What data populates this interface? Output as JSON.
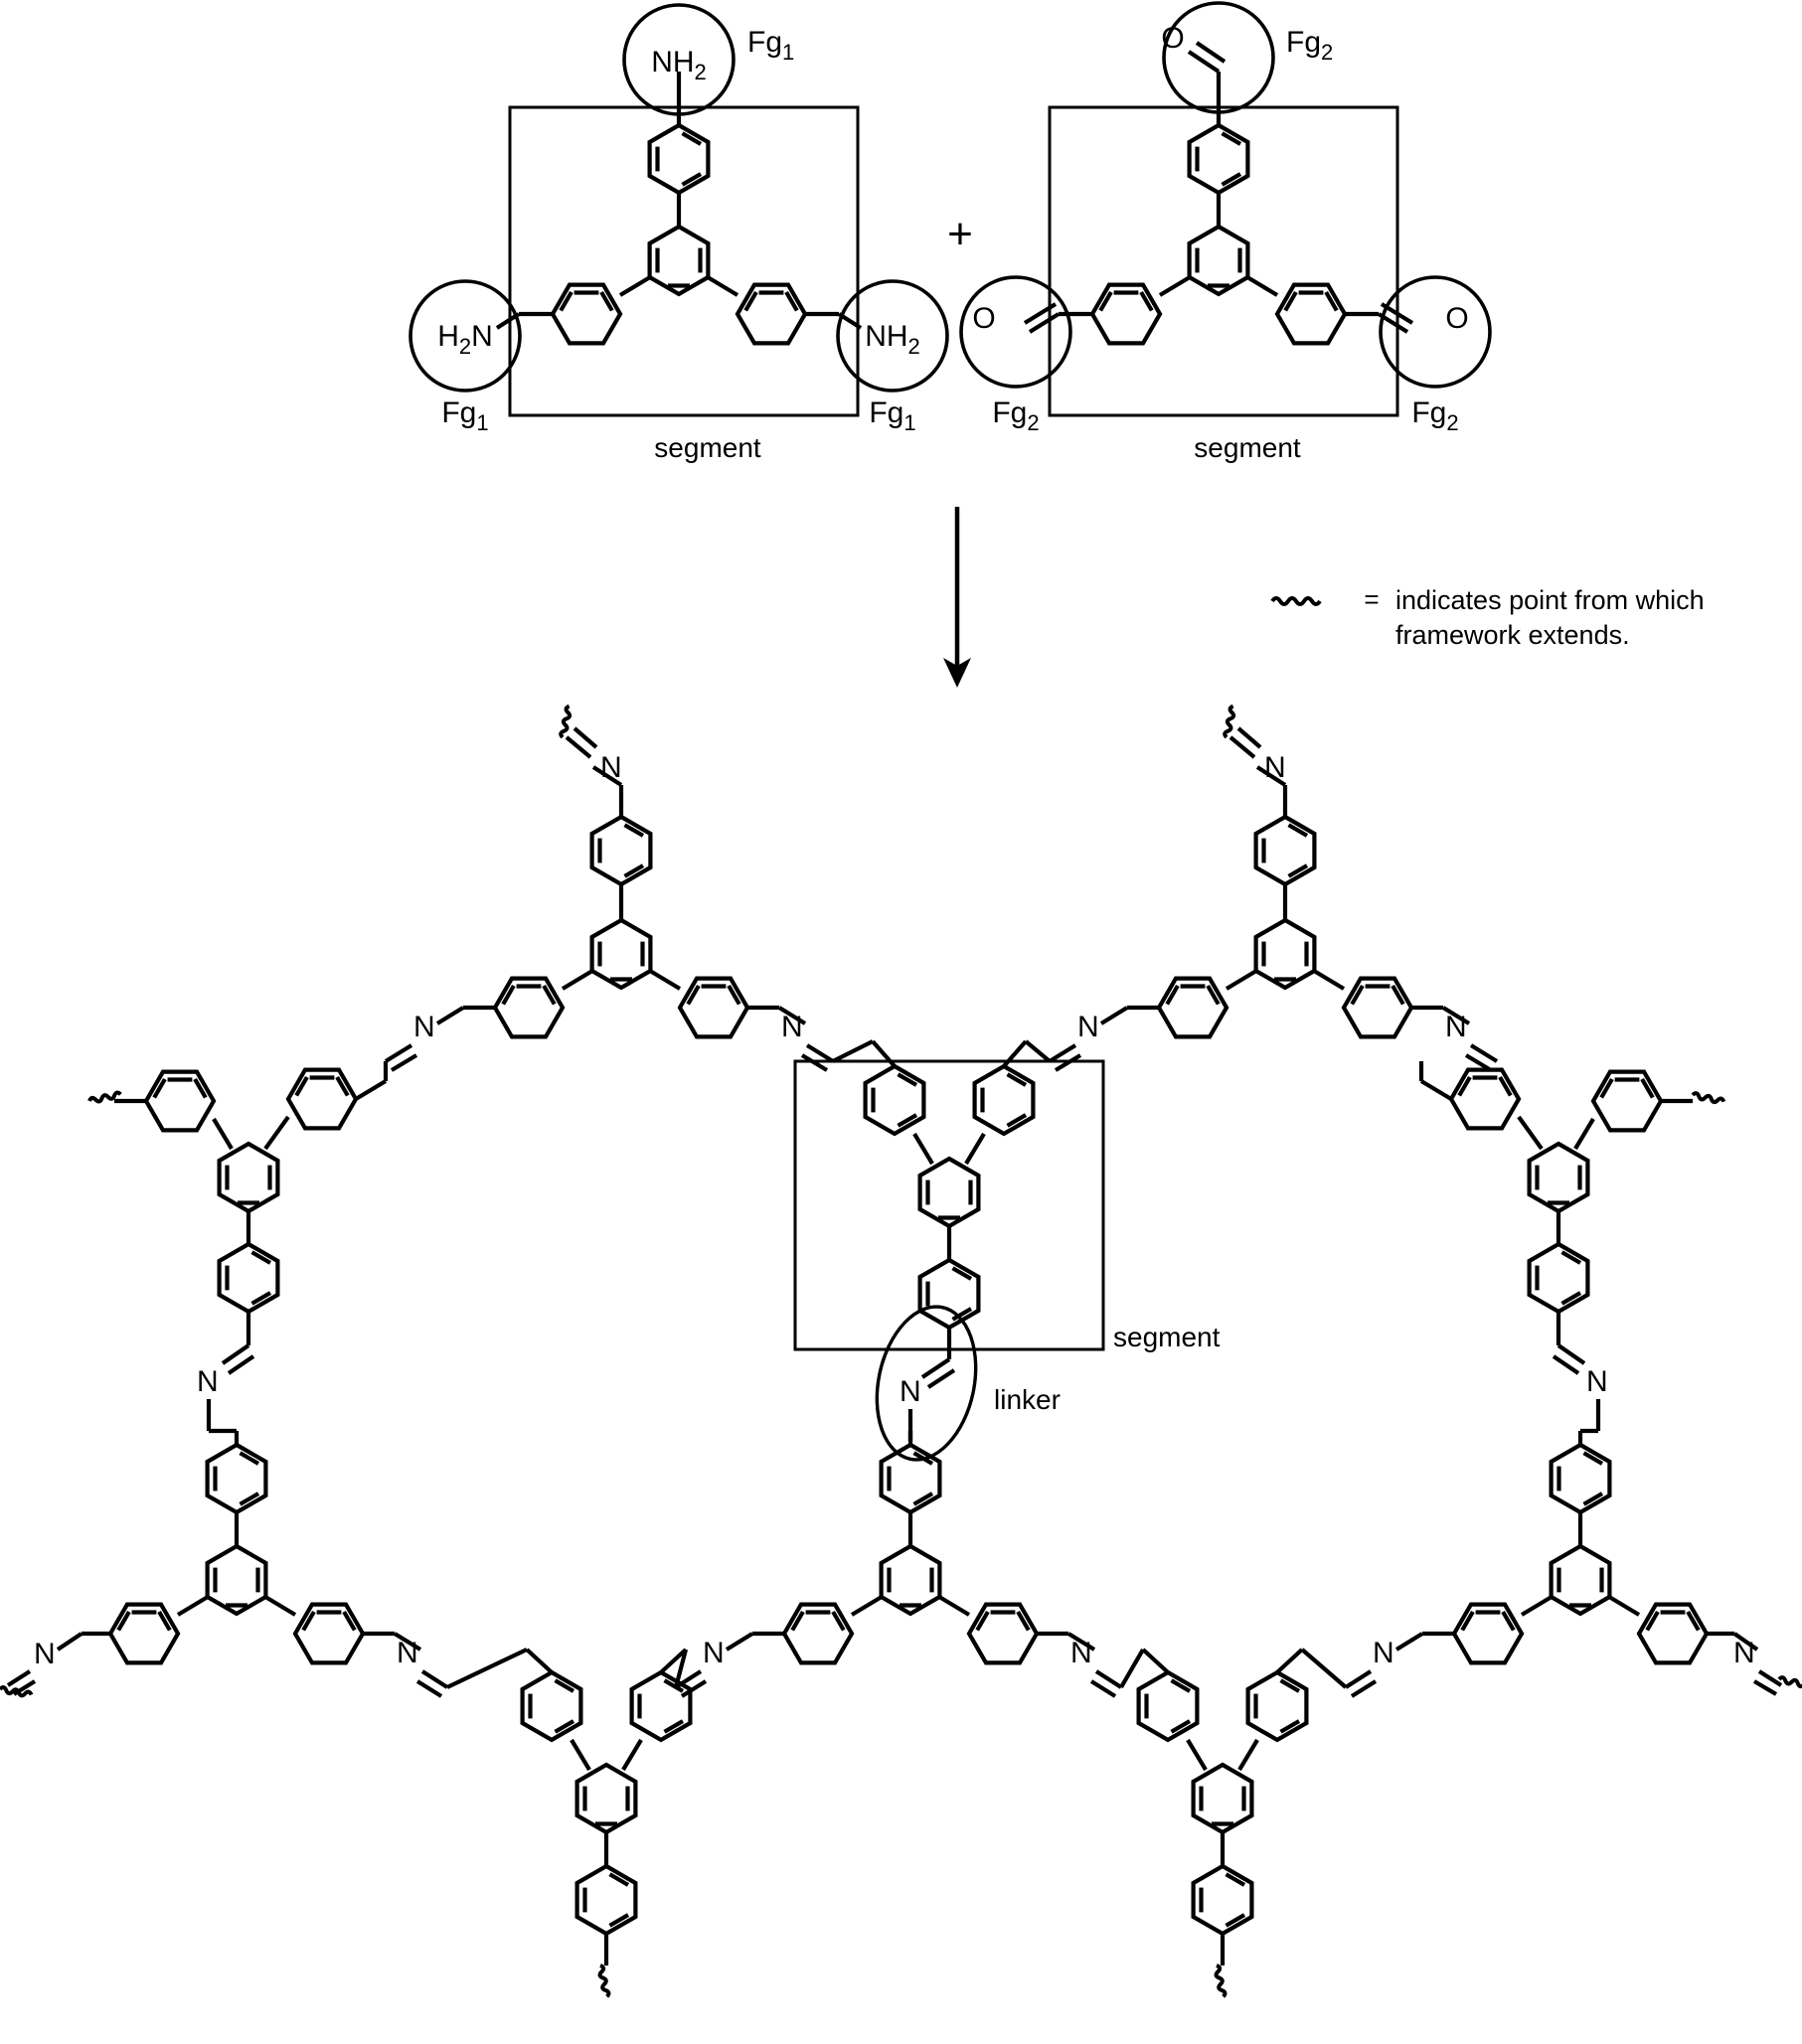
{
  "figure": {
    "type": "chemical-reaction-scheme",
    "description": "Synthesis of an imine-linked covalent organic framework (COF) from a triamine monomer and a trialdehyde monomer",
    "operator_plus": "+",
    "arrow": "reaction-arrow-down"
  },
  "reactant_left": {
    "name": "triamine-monomer",
    "box_label": "segment",
    "functional_groups": [
      {
        "id": "fg-top",
        "formula": "NH",
        "subscript": "2",
        "tag": "Fg",
        "tag_subscript": "1"
      },
      {
        "id": "fg-bottom-left",
        "formula_prefix": "H",
        "formula_prefix_sub": "2",
        "formula": "N",
        "tag": "Fg",
        "tag_subscript": "1"
      },
      {
        "id": "fg-bottom-right",
        "formula": "NH",
        "subscript": "2",
        "tag": "Fg",
        "tag_subscript": "1"
      }
    ]
  },
  "reactant_right": {
    "name": "trialdehyde-monomer",
    "box_label": "segment",
    "functional_groups": [
      {
        "id": "fg-top",
        "formula": "O",
        "tag": "Fg",
        "tag_subscript": "2"
      },
      {
        "id": "fg-bottom-left",
        "formula": "O",
        "tag": "Fg",
        "tag_subscript": "2"
      },
      {
        "id": "fg-bottom-right",
        "formula": "O",
        "tag": "Fg",
        "tag_subscript": "2"
      }
    ]
  },
  "legend": {
    "symbol": "squiggle",
    "equals": "=",
    "line1": "indicates point from which",
    "line2": "framework extends."
  },
  "product": {
    "name": "imine-linked-covalent-organic-framework",
    "segment_label": "segment",
    "linker_label": "linker",
    "imine_nitrogen": "N"
  },
  "chart_data": {
    "type": "diagram",
    "title": "",
    "nodes": [
      {
        "id": "triamine",
        "label": "triamine monomer",
        "fg": "NH2",
        "fg_tag": "Fg1",
        "count": 3
      },
      {
        "id": "trialdehyde",
        "label": "trialdehyde monomer",
        "fg": "CHO",
        "fg_tag": "Fg2",
        "count": 3
      },
      {
        "id": "cof",
        "label": "imine COF",
        "linkage": "C=N imine",
        "linker_label": "linker"
      }
    ],
    "edges": [
      {
        "from": "triamine",
        "to": "cof",
        "label": "+"
      },
      {
        "from": "trialdehyde",
        "to": "cof",
        "label": ""
      }
    ]
  },
  "colors": {
    "ink": "#000000",
    "background": "#ffffff"
  }
}
